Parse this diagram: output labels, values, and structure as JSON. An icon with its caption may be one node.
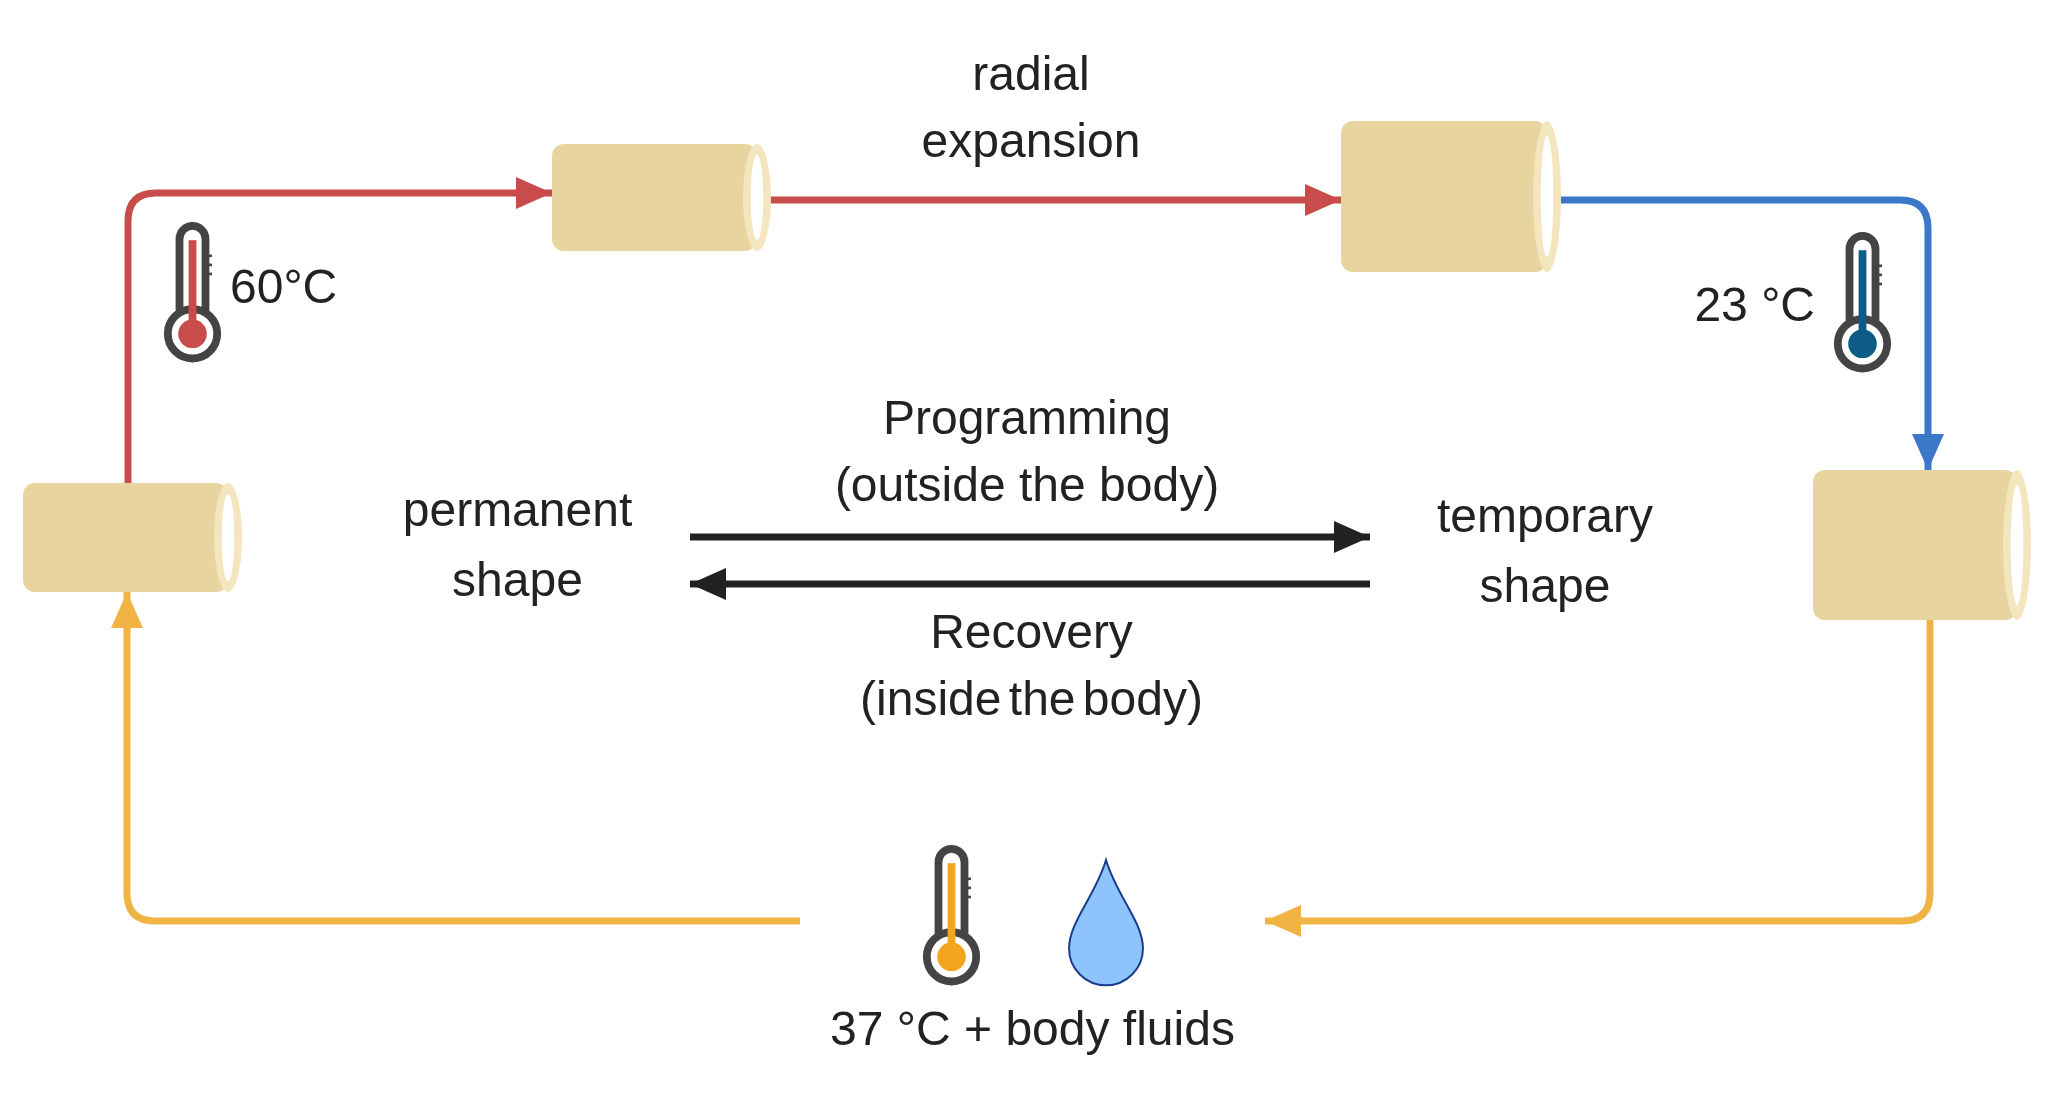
{
  "diagram": {
    "nodes": [
      {
        "text": [],
        "shape": "cylinder"
      },
      {
        "text": [],
        "shape": "cylinder"
      },
      {
        "text": [],
        "shape": "cylinder"
      },
      {
        "text": [
          "permanent shape"
        ]
      },
      {
        "text": [
          "temporary shape"
        ]
      },
      {
        "text": [],
        "shape": "cylinder"
      },
      {
        "text": [
          "37 °C + body fluids"
        ]
      }
    ],
    "edges": [
      {
        "from": 2,
        "to": 0,
        "arrow": "to",
        "color": "#c94c4c"
      },
      {
        "from": 0,
        "to": 1,
        "arrow": "to",
        "color": "#c94c4c",
        "label": "radial expansion"
      },
      {
        "from": 1,
        "to": 5,
        "arrow": "to",
        "color": "#3b78c9"
      },
      {
        "from": 3,
        "to": 4,
        "arrow": "to",
        "color": "#222222",
        "label": "Programming (outside the body)"
      },
      {
        "from": 4,
        "to": 3,
        "arrow": "to",
        "color": "#222222",
        "label": "Recovery (inside the body)"
      },
      {
        "from": 5,
        "to": 6,
        "arrow": "to",
        "color": "#f0b445"
      },
      {
        "from": 6,
        "to": 2,
        "arrow": "to",
        "color": "#f0b445"
      }
    ],
    "labels": [
      "60°C",
      "23 °C"
    ]
  }
}
